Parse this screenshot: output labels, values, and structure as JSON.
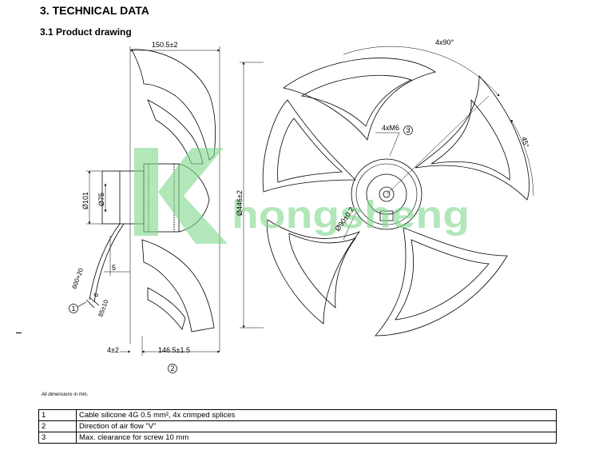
{
  "section_title": "3. TECHNICAL DATA",
  "subsection_title": "3.1 Product drawing",
  "watermark_text": "hongsheng",
  "dimensions": {
    "overall_length": "150.5±2",
    "body_length": "146.5±1.5",
    "offset_front": "4±2",
    "motor_outer_dia": "Ø101",
    "motor_inner_dia": "Ø75",
    "clearance": "5",
    "cable_length": "600+20",
    "strip_length": "6",
    "strip_sheath": "85±10",
    "fan_diameter": "Ø446±2",
    "hole_circle": "Ø90±0.2",
    "angle_holes": "4x90°",
    "angle_offset": "45°",
    "thread": "4xM6"
  },
  "callouts": [
    "1",
    "2",
    "3"
  ],
  "note": "All dimensions in mm.",
  "legend": [
    {
      "num": "1",
      "text": "Cable silicone 4G 0.5 mm², 4x crimped splices"
    },
    {
      "num": "2",
      "text": "Direction of air flow \"V\""
    },
    {
      "num": "3",
      "text": "Max. clearance for screw 10 mm"
    }
  ],
  "colors": {
    "watermark": "#7fd88c",
    "line": "#000000"
  }
}
